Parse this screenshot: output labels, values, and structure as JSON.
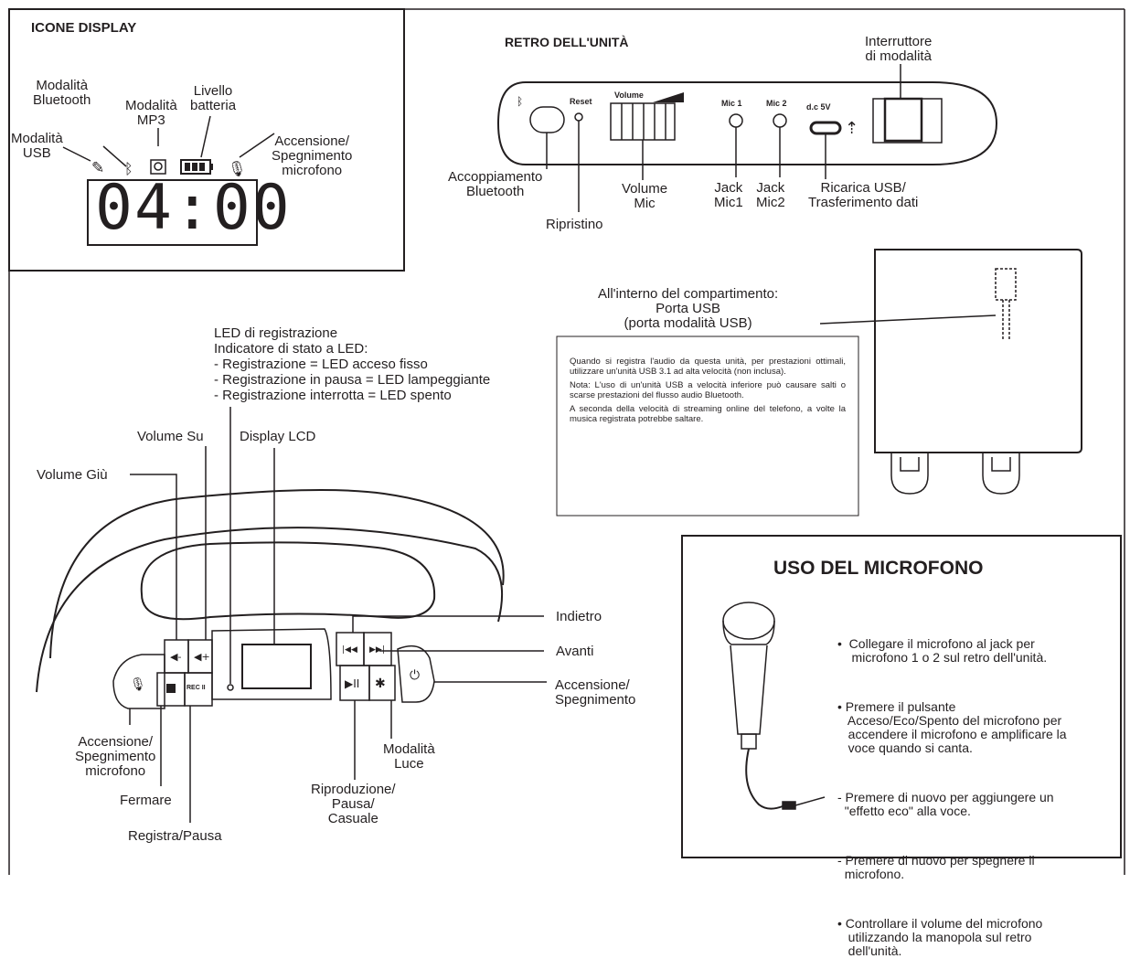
{
  "icons_box": {
    "title": "ICONE DISPLAY",
    "bluetooth_mode": "Modalità\nBluetooth",
    "mp3_mode": "Modalità\nMP3",
    "battery_level": "Livello\nbatteria",
    "usb_mode": "Modalità\nUSB",
    "mic_power": "Accensione/\nSpegnimento\nmicrofono",
    "display_value": "04:00"
  },
  "rear": {
    "title": "RETRO DELL'UNITÀ",
    "reset_small": "Reset",
    "volume_small": "Volume",
    "mic1_small": "Mic 1",
    "mic2_small": "Mic 2",
    "dc5v_small": "d.c 5V",
    "mode_switch": "Interruttore\ndi modalità",
    "bt_pairing": "Accoppiamento\nBluetooth",
    "reset": "Ripristino",
    "volume_mic": "Volume\nMic",
    "jack_mic1": "Jack\nMic1",
    "jack_mic2": "Jack\nMic2",
    "usb_charge": "Ricarica USB/\nTrasferimento dati"
  },
  "compartment": {
    "label": "All'interno del compartimento:\nPorta USB\n(porta modalità USB)"
  },
  "note": {
    "p1": "Quando si registra l'audio da questa unità, per prestazioni ottimali, utilizzare un'unità USB 3.1 ad alta velocità (non inclusa).",
    "p2": "Nota: L'uso di un'unità USB a velocità inferiore può causare salti o scarse prestazioni del flusso audio Bluetooth.",
    "p3": "A seconda della velocità di streaming online del telefono, a volte la musica registrata potrebbe saltare."
  },
  "front": {
    "led_title": "LED di registrazione",
    "led_status": "Indicatore di stato a LED:",
    "led_rec": "- Registrazione = LED acceso fisso",
    "led_pause": "- Registrazione in pausa = LED lampeggiante",
    "led_stop": "- Registrazione interrotta = LED spento",
    "volume_up": "Volume Su",
    "lcd_display": "Display LCD",
    "volume_down": "Volume Giù",
    "back": "Indietro",
    "forward": "Avanti",
    "power": "Accensione/\nSpegnimento",
    "mic_power": "Accensione/\nSpegnimento\nmicrofono",
    "stop": "Fermare",
    "rec_pause": "Registra/Pausa",
    "play": "Riproduzione/\nPausa/\nCasuale",
    "light_mode": "Modalità\nLuce",
    "rec_btn": "REC II"
  },
  "mic_usage": {
    "title": "USO DEL MICROFONO",
    "item1": "•  Collegare il microfono al jack per\n    microfono 1 o 2 sul retro dell'unità.",
    "item2": "• Premere il pulsante\n   Acceso/Eco/Spento del microfono per\n   accendere il microfono e amplificare la\n   voce quando si canta.",
    "item3": "- Premere di nuovo per aggiungere un\n  \"effetto eco\" alla voce.",
    "item4": "- Premere di nuovo per spegnere il\n  microfono.",
    "item5": "• Controllare il volume del microfono\n   utilizzando la manopola sul retro\n   dell'unità."
  }
}
